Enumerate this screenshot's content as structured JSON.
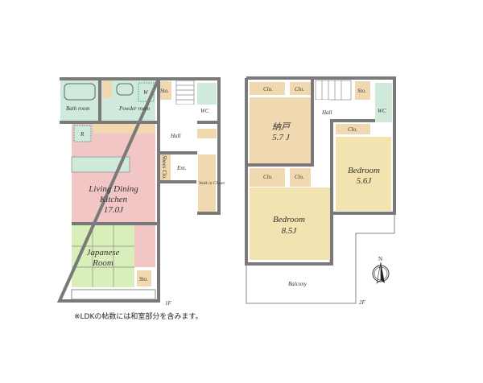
{
  "floor1": {
    "label": "1F",
    "rooms": {
      "bath": "Bath room",
      "powder": "Powder room",
      "washer": "W",
      "storage_top": "Sto.",
      "wc": "WC",
      "hall": "Hall",
      "refrigerator": "R",
      "shoes_closet": "Shoes Clo.",
      "entrance": "Ent.",
      "walk_in_closet": "Walk in Closet",
      "ldk_name_1": "Living Dining",
      "ldk_name_2": "Kitchen",
      "ldk_size": "17.0J",
      "japanese_1": "Japanese",
      "japanese_2": "Room",
      "storage_bottom": "Sto."
    }
  },
  "floor2": {
    "label": "2F",
    "rooms": {
      "clo1": "Clo.",
      "clo2": "Clo.",
      "clo3": "Clo.",
      "clo4": "Clo.",
      "clo5": "Clo.",
      "nando_name": "納戸",
      "nando_size": "5.7 J",
      "storage": "Sto.",
      "wc": "WC",
      "hall": "Hall",
      "bedroom_small_name": "Bedroom",
      "bedroom_small_size": "5.6J",
      "bedroom_large_name": "Bedroom",
      "bedroom_large_size": "8.5J",
      "balcony": "Balcony"
    },
    "compass": "N"
  },
  "note": "※LDKの帖数には和室部分を含みます。",
  "colors": {
    "wet": "#cfeadb",
    "ldk": "#f3c6c6",
    "storage": "#f0d9b0",
    "bedroom": "#f3e3b0",
    "tatami": "#d9efb9",
    "wall": "#7a7a7a"
  }
}
